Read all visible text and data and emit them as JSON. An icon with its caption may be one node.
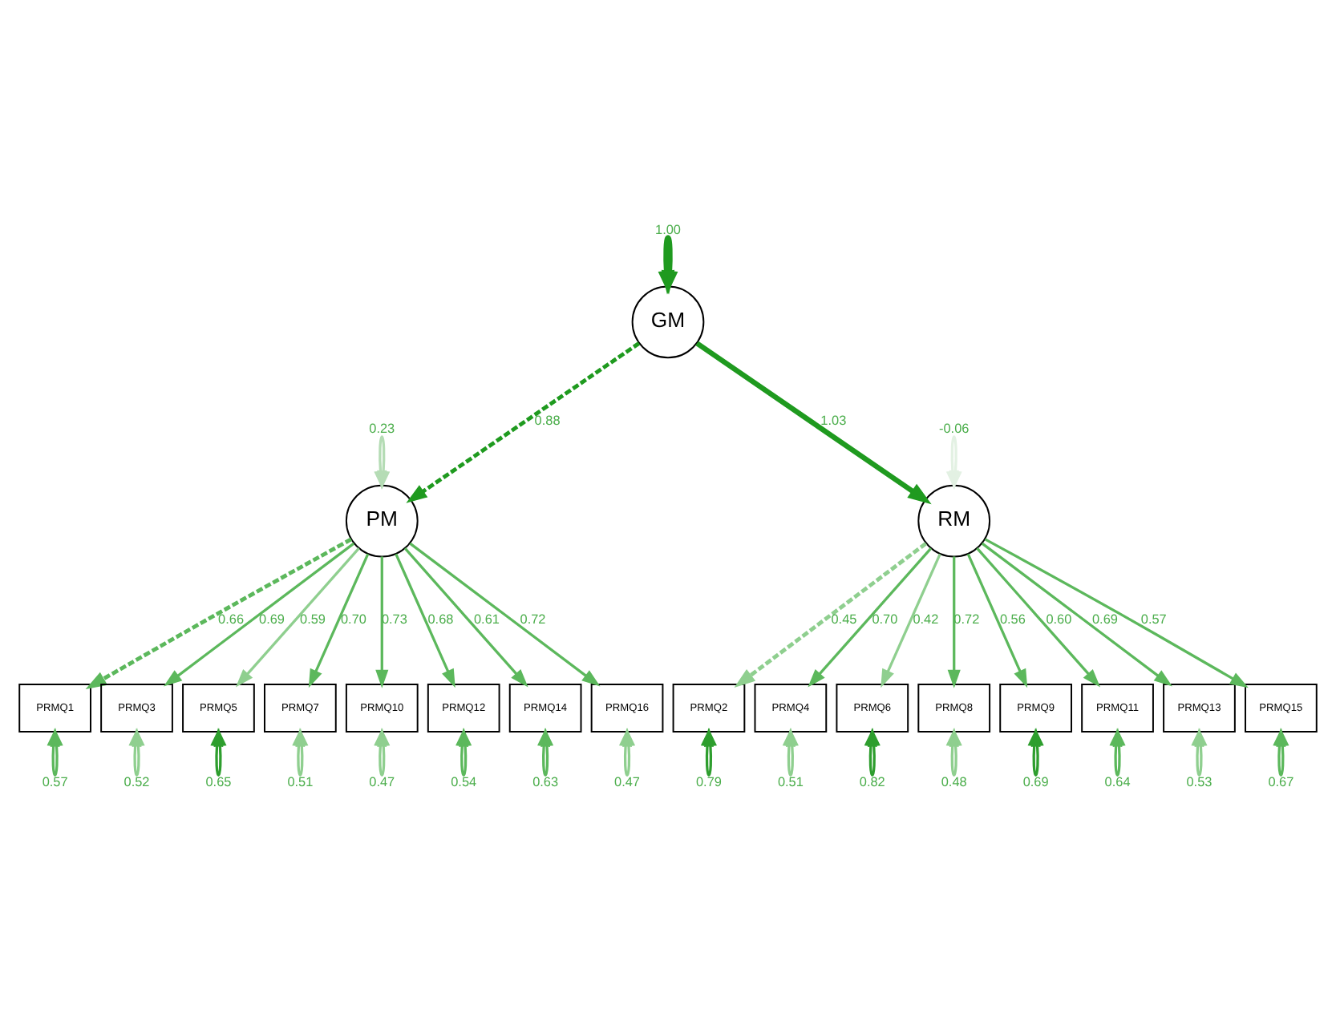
{
  "diagram": {
    "nodes": [
      {
        "text": [
          "GM"
        ]
      },
      {
        "text": [
          "PM"
        ]
      },
      {
        "text": [
          "RM"
        ]
      },
      {
        "text": [
          "PRMQ1"
        ]
      },
      {
        "text": [
          "PRMQ3"
        ]
      },
      {
        "text": [
          "PRMQ5"
        ]
      },
      {
        "text": [
          "PRMQ7"
        ]
      },
      {
        "text": [
          "PRMQ10"
        ]
      },
      {
        "text": [
          "PRMQ12"
        ]
      },
      {
        "text": [
          "PRMQ14"
        ]
      },
      {
        "text": [
          "PRMQ16"
        ]
      },
      {
        "text": [
          "PRMQ2"
        ]
      },
      {
        "text": [
          "PRMQ4"
        ]
      },
      {
        "text": [
          "PRMQ6"
        ]
      },
      {
        "text": [
          "PRMQ8"
        ]
      },
      {
        "text": [
          "PRMQ9"
        ]
      },
      {
        "text": [
          "PRMQ11"
        ]
      },
      {
        "text": [
          "PRMQ13"
        ]
      },
      {
        "text": [
          "PRMQ15"
        ]
      }
    ],
    "edges": [
      {
        "from": 0,
        "to": 0,
        "arrow": "both",
        "label": "1.00",
        "style": "thick",
        "color": "#1f9a1f"
      },
      {
        "from": 0,
        "to": 1,
        "arrow": "to",
        "label": "0.88",
        "style": "dashed",
        "color": "#1f9a1f"
      },
      {
        "from": 0,
        "to": 2,
        "arrow": "to",
        "label": "1.03",
        "style": "thick",
        "color": "#1f9a1f"
      },
      {
        "from": 1,
        "to": 1,
        "arrow": "both",
        "label": "0.23",
        "color": "#b5dcb5"
      },
      {
        "from": 2,
        "to": 2,
        "arrow": "both",
        "label": "-0.06",
        "color": "#e3f1e3"
      },
      {
        "from": 1,
        "to": 3,
        "arrow": "to",
        "label": "0.66",
        "style": "dashed"
      },
      {
        "from": 1,
        "to": 4,
        "arrow": "to",
        "label": "0.69"
      },
      {
        "from": 1,
        "to": 5,
        "arrow": "to",
        "label": "0.59",
        "color": "#8fcf8f"
      },
      {
        "from": 1,
        "to": 6,
        "arrow": "to",
        "label": "0.70"
      },
      {
        "from": 1,
        "to": 7,
        "arrow": "to",
        "label": "0.73"
      },
      {
        "from": 1,
        "to": 8,
        "arrow": "to",
        "label": "0.68"
      },
      {
        "from": 1,
        "to": 9,
        "arrow": "to",
        "label": "0.61"
      },
      {
        "from": 1,
        "to": 10,
        "arrow": "to",
        "label": "0.72"
      },
      {
        "from": 2,
        "to": 11,
        "arrow": "to",
        "label": "0.45",
        "style": "dashed",
        "color": "#8fcf8f"
      },
      {
        "from": 2,
        "to": 12,
        "arrow": "to",
        "label": "0.70"
      },
      {
        "from": 2,
        "to": 13,
        "arrow": "to",
        "label": "0.42",
        "color": "#8fcf8f"
      },
      {
        "from": 2,
        "to": 14,
        "arrow": "to",
        "label": "0.72"
      },
      {
        "from": 2,
        "to": 15,
        "arrow": "to",
        "label": "0.56"
      },
      {
        "from": 2,
        "to": 16,
        "arrow": "to",
        "label": "0.60"
      },
      {
        "from": 2,
        "to": 17,
        "arrow": "to",
        "label": "0.69"
      },
      {
        "from": 2,
        "to": 18,
        "arrow": "to",
        "label": "0.57"
      },
      {
        "from": 3,
        "to": 3,
        "arrow": "both",
        "label": "0.57"
      },
      {
        "from": 4,
        "to": 4,
        "arrow": "both",
        "label": "0.52",
        "color": "#8fcf8f"
      },
      {
        "from": 5,
        "to": 5,
        "arrow": "both",
        "label": "0.65",
        "color": "#2e9e2e"
      },
      {
        "from": 6,
        "to": 6,
        "arrow": "both",
        "label": "0.51",
        "color": "#8fcf8f"
      },
      {
        "from": 7,
        "to": 7,
        "arrow": "both",
        "label": "0.47",
        "color": "#8fcf8f"
      },
      {
        "from": 8,
        "to": 8,
        "arrow": "both",
        "label": "0.54"
      },
      {
        "from": 9,
        "to": 9,
        "arrow": "both",
        "label": "0.63"
      },
      {
        "from": 10,
        "to": 10,
        "arrow": "both",
        "label": "0.47",
        "color": "#8fcf8f"
      },
      {
        "from": 11,
        "to": 11,
        "arrow": "both",
        "label": "0.79",
        "color": "#2e9e2e"
      },
      {
        "from": 12,
        "to": 12,
        "arrow": "both",
        "label": "0.51",
        "color": "#8fcf8f"
      },
      {
        "from": 13,
        "to": 13,
        "arrow": "both",
        "label": "0.82",
        "color": "#2e9e2e"
      },
      {
        "from": 14,
        "to": 14,
        "arrow": "both",
        "label": "0.48",
        "color": "#8fcf8f"
      },
      {
        "from": 15,
        "to": 15,
        "arrow": "both",
        "label": "0.69",
        "color": "#2e9e2e"
      },
      {
        "from": 16,
        "to": 16,
        "arrow": "both",
        "label": "0.64"
      },
      {
        "from": 17,
        "to": 17,
        "arrow": "both",
        "label": "0.53",
        "color": "#8fcf8f"
      },
      {
        "from": 18,
        "to": 18,
        "arrow": "both",
        "label": "0.67"
      }
    ]
  }
}
